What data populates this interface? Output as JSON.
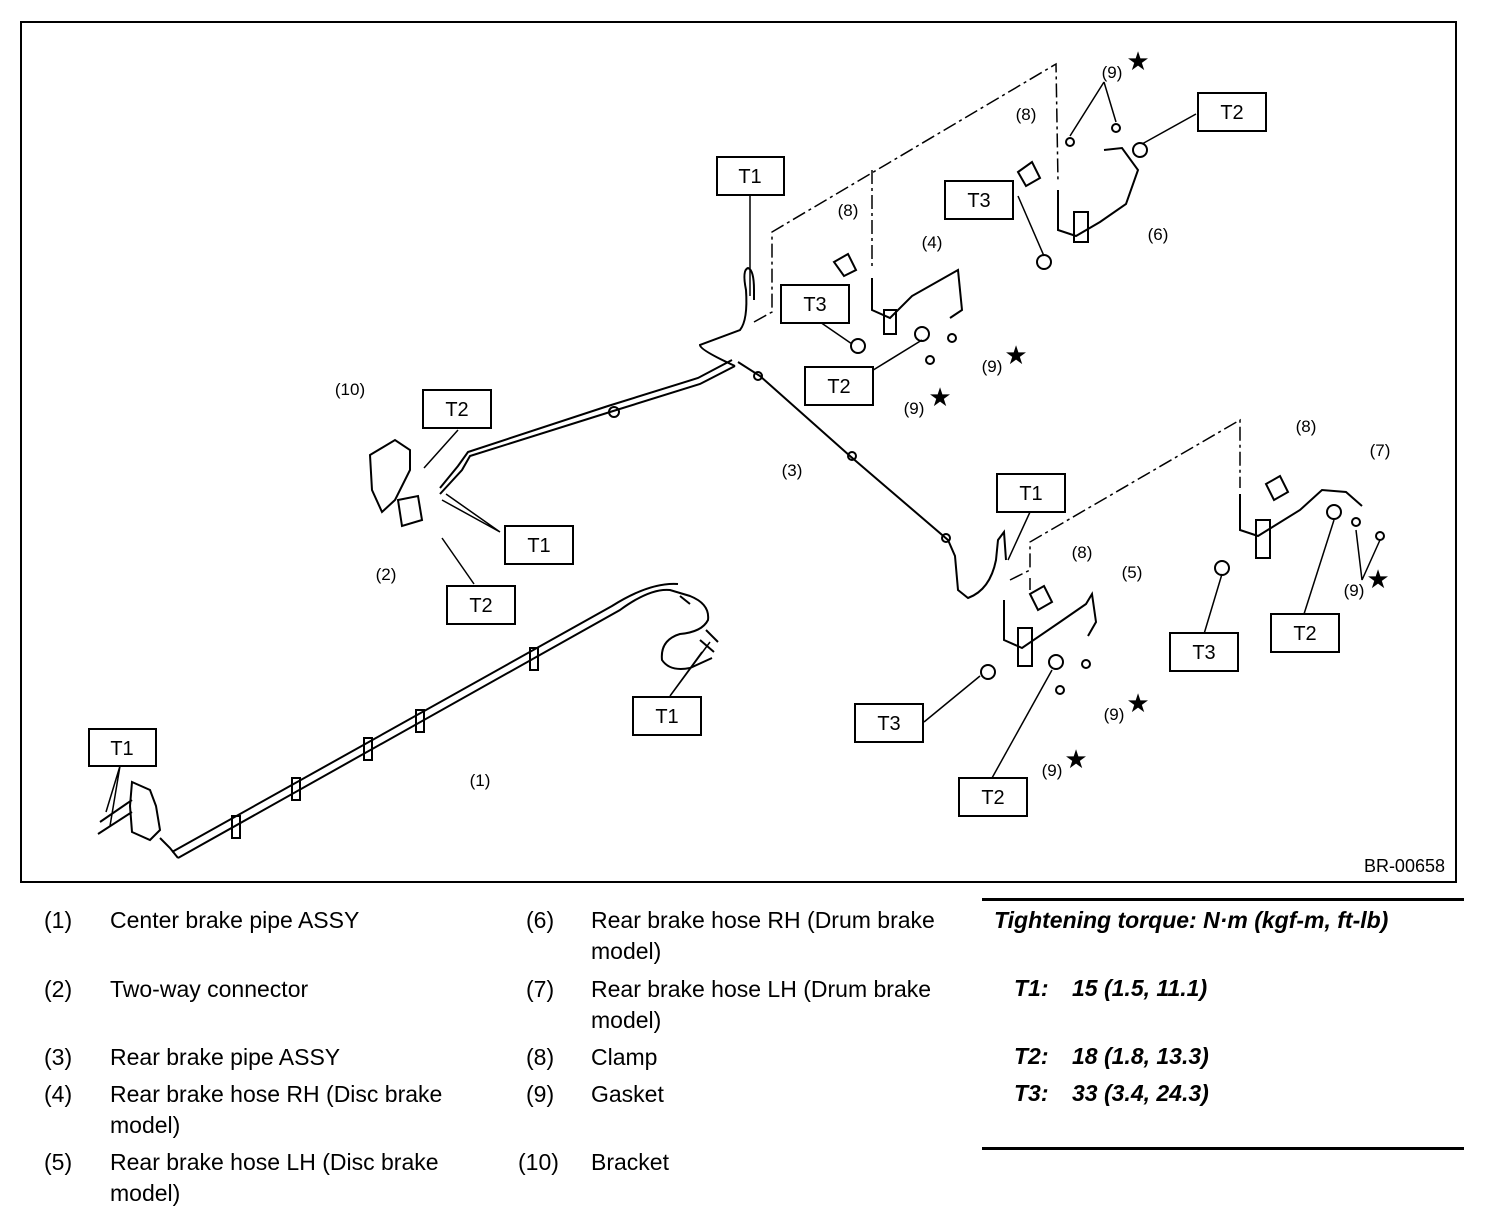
{
  "figure": {
    "code": "BR-00658",
    "torque_tags": {
      "t1": "T1",
      "t2": "T2",
      "t3": "T3"
    },
    "callouts": {
      "c1": "(1)",
      "c2": "(2)",
      "c3": "(3)",
      "c4": "(4)",
      "c5": "(5)",
      "c6": "(6)",
      "c7": "(7)",
      "c8": "(8)",
      "c9": "(9)",
      "c10": "(10)"
    },
    "star_symbol": "★"
  },
  "legend": {
    "left": [
      {
        "num": "(1)",
        "text": "Center brake pipe ASSY"
      },
      {
        "num": "(2)",
        "text": "Two-way connector"
      },
      {
        "num": "(3)",
        "text": "Rear brake pipe ASSY"
      },
      {
        "num": "(4)",
        "text": "Rear brake hose RH (Disc brake",
        "text2": "model)"
      },
      {
        "num": "(5)",
        "text": "Rear brake hose LH (Disc brake",
        "text2": "model)"
      }
    ],
    "right": [
      {
        "num": "(6)",
        "text": "Rear brake hose RH (Drum brake",
        "text2": "model)"
      },
      {
        "num": "(7)",
        "text": "Rear brake hose LH (Drum brake",
        "text2": "model)"
      },
      {
        "num": "(8)",
        "text": "Clamp"
      },
      {
        "num": "(9)",
        "text": "Gasket"
      },
      {
        "num": "(10)",
        "text": "Bracket"
      }
    ]
  },
  "torque": {
    "title": "Tightening torque: N·m (kgf-m, ft-lb)",
    "rows": [
      {
        "key": "T1:",
        "value": "15 (1.5, 11.1)"
      },
      {
        "key": "T2:",
        "value": "18 (1.8, 13.3)"
      },
      {
        "key": "T3:",
        "value": "33 (3.4, 24.3)"
      }
    ]
  }
}
